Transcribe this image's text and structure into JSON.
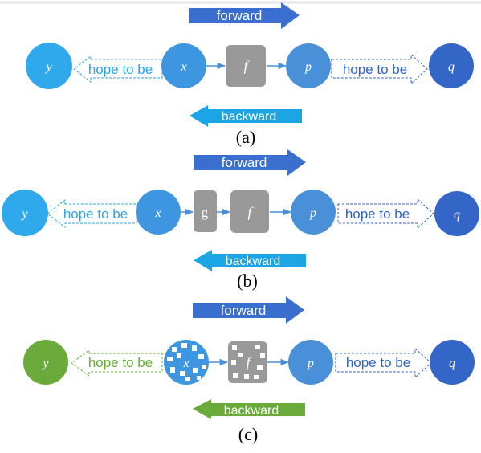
{
  "colors": {
    "node_blue_light": "#2fa9ec",
    "node_blue_mid": "#4a90d9",
    "node_blue_dark": "#3466c8",
    "node_green": "#6aaa3a",
    "forward_arrow": "#3a6fd0",
    "backward_arrow_blue": "#1ba5e5",
    "backward_arrow_green": "#6aaa3a",
    "func_box": "#999999",
    "hope_text_light": "#2aa6e8",
    "hope_text_dark": "#2f62c4",
    "hope_text_green": "#6aaa3a"
  },
  "panels": [
    {
      "caption": "(a)",
      "forward_label": "forward",
      "backward_label": "backward",
      "nodes": {
        "y": "y",
        "x": "x",
        "p": "p",
        "q": "q"
      },
      "functions": [
        "f"
      ],
      "hope_left": "hope to be",
      "hope_right": "hope to be"
    },
    {
      "caption": "(b)",
      "forward_label": "forward",
      "backward_label": "backward",
      "nodes": {
        "y": "y",
        "x": "x",
        "p": "p",
        "q": "q"
      },
      "functions": [
        "g",
        "f"
      ],
      "hope_left": "hope to be",
      "hope_right": "hope to be"
    },
    {
      "caption": "(c)",
      "forward_label": "forward",
      "backward_label": "backward",
      "nodes": {
        "y": "y",
        "x": "x",
        "p": "p",
        "q": "q"
      },
      "functions": [
        "f"
      ],
      "hope_left": "hope to be",
      "hope_right": "hope to be"
    }
  ]
}
